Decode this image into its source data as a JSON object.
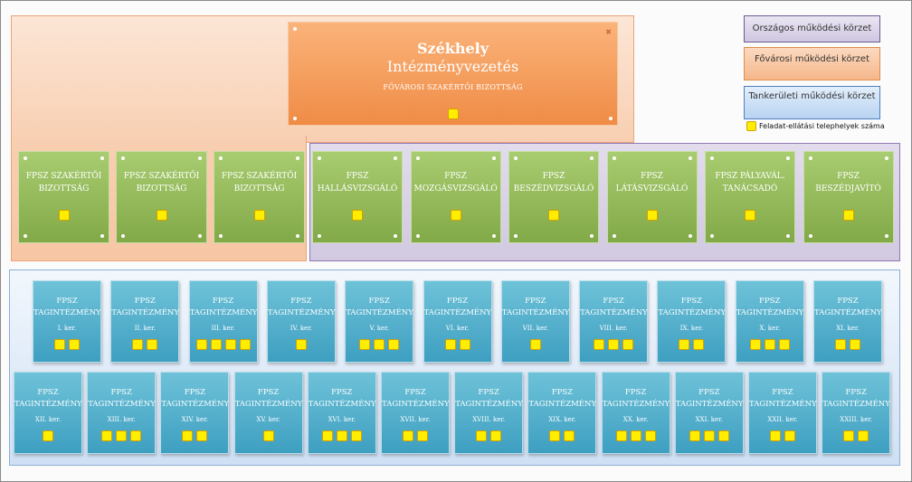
{
  "legend": {
    "national": "Országos működési körzet",
    "capital": "Fővárosi működési körzet",
    "district": "Tankerületi működési körzet",
    "sites": "Feladat-ellátási telephelyek száma"
  },
  "hq": {
    "title": "Székhely",
    "subtitle": "Intézményvezetés",
    "unit": "FŐVÁROSI SZAKÉRTŐI BIZOTTSÁG",
    "sites": 1
  },
  "committees": [
    {
      "l1": "FPSZ SZAKÉRTŐI",
      "l2": "BIZOTTSÁG",
      "sites": 1
    },
    {
      "l1": "FPSZ SZAKÉRTŐI",
      "l2": "BIZOTTSÁG",
      "sites": 1
    },
    {
      "l1": "FPSZ SZAKÉRTŐI",
      "l2": "BIZOTTSÁG",
      "sites": 1
    }
  ],
  "national_units": [
    {
      "l1": "FPSZ",
      "l2": "HALLÁSVIZSGÁLÓ",
      "sites": 1
    },
    {
      "l1": "FPSZ",
      "l2": "MOZGÁSVIZSGÁLÓ",
      "sites": 1
    },
    {
      "l1": "FPSZ",
      "l2": "BESZÉDVIZSGÁLÓ",
      "sites": 1
    },
    {
      "l1": "FPSZ",
      "l2": "LÁTÁSVIZSGÁLÓ",
      "sites": 1
    },
    {
      "l1": "FPSZ PÁLYAVÁL.",
      "l2": "TANÁCSADÓ",
      "sites": 1
    },
    {
      "l1": "FPSZ",
      "l2": "BESZÉDJAVÍTÓ",
      "sites": 1
    }
  ],
  "branches": [
    {
      "l1": "FPSZ",
      "l2": "TAGINTÉZMÉNY",
      "district": "I. ker.",
      "sites": 2
    },
    {
      "l1": "FPSZ",
      "l2": "TAGINTÉZMÉNY",
      "district": "II. ker.",
      "sites": 2
    },
    {
      "l1": "FPSZ",
      "l2": "TAGINTÉZMÉNY",
      "district": "III. ker.",
      "sites": 4
    },
    {
      "l1": "FPSZ",
      "l2": "TAGINTÉZMÉNY",
      "district": "IV. ker.",
      "sites": 1
    },
    {
      "l1": "FPSZ",
      "l2": "TAGINTÉZMÉNY",
      "district": "V. ker.",
      "sites": 3
    },
    {
      "l1": "FPSZ",
      "l2": "TAGINTÉZMÉNY",
      "district": "VI. ker.",
      "sites": 2
    },
    {
      "l1": "FPSZ",
      "l2": "TAGINTÉZMÉNY",
      "district": "VII. ker.",
      "sites": 1
    },
    {
      "l1": "FPSZ",
      "l2": "TAGINTÉZMÉNY",
      "district": "VIII. ker.",
      "sites": 3
    },
    {
      "l1": "FPSZ",
      "l2": "TAGINTÉZMÉNY",
      "district": "IX. ker.",
      "sites": 2
    },
    {
      "l1": "FPSZ",
      "l2": "TAGINTÉZMÉNY",
      "district": "X. ker.",
      "sites": 3
    },
    {
      "l1": "FPSZ",
      "l2": "TAGINTÉZMÉNY",
      "district": "XI. ker.",
      "sites": 2
    },
    {
      "l1": "FPSZ",
      "l2": "TAGINTÉZMÉNY",
      "district": "XII. ker.",
      "sites": 1
    },
    {
      "l1": "FPSZ",
      "l2": "TAGINTÉZMÉNY",
      "district": "XIII. ker.",
      "sites": 3
    },
    {
      "l1": "FPSZ",
      "l2": "TAGINTÉZMÉNY",
      "district": "XIV. ker.",
      "sites": 2
    },
    {
      "l1": "FPSZ",
      "l2": "TAGINTÉZMÉNY",
      "district": "XV. ker.",
      "sites": 1
    },
    {
      "l1": "FPSZ",
      "l2": "TAGINTÉZMÉNY",
      "district": "XVI. ker.",
      "sites": 3
    },
    {
      "l1": "FPSZ",
      "l2": "TAGINTÉZMÉNY",
      "district": "XVII. ker.",
      "sites": 2
    },
    {
      "l1": "FPSZ",
      "l2": "TAGINTÉZMÉNY",
      "district": "XVIII. ker.",
      "sites": 2
    },
    {
      "l1": "FPSZ",
      "l2": "TAGINTÉZMÉNY",
      "district": "XIX. ker.",
      "sites": 2
    },
    {
      "l1": "FPSZ",
      "l2": "TAGINTÉZMÉNY",
      "district": "XX. ker.",
      "sites": 3
    },
    {
      "l1": "FPSZ",
      "l2": "TAGINTÉZMÉNY",
      "district": "XXI. ker.",
      "sites": 3
    },
    {
      "l1": "FPSZ",
      "l2": "TAGINTÉZMÉNY",
      "district": "XXII. ker.",
      "sites": 2
    },
    {
      "l1": "FPSZ",
      "l2": "TAGINTÉZMÉNY",
      "district": "XXIII. ker.",
      "sites": 2
    }
  ],
  "colors": {
    "headquarters": "#f39a55",
    "committee": "#94b95a",
    "national_unit": "#94b95a",
    "branch": "#4fb0cd",
    "site_marker": "#ffee00"
  }
}
